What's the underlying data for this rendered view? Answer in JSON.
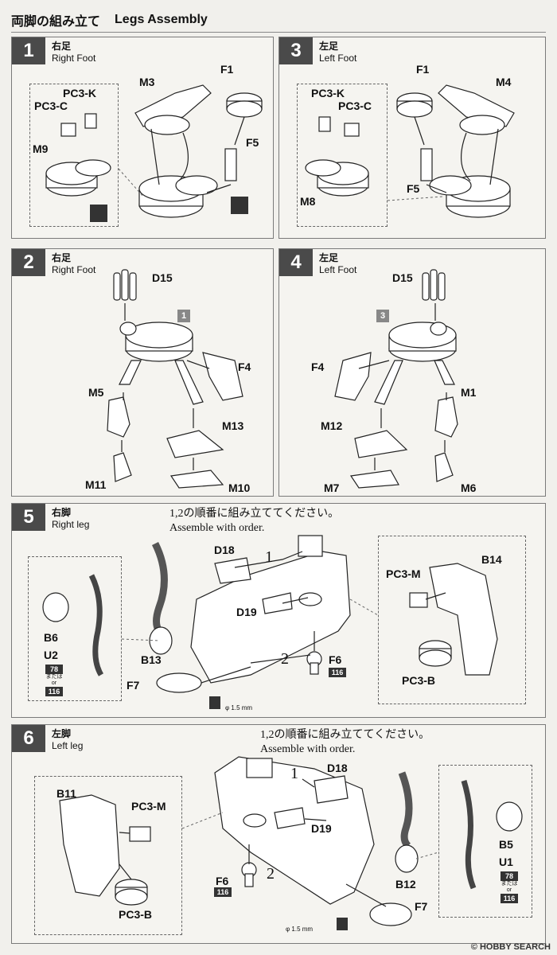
{
  "header": {
    "title_jp": "両脚の組み立て",
    "title_en": "Legs Assembly"
  },
  "steps": [
    {
      "num": "1",
      "jp": "右足",
      "en": "Right Foot",
      "labels": [
        "M3",
        "F1",
        "PC3-K",
        "PC3-C",
        "M9",
        "F5"
      ]
    },
    {
      "num": "3",
      "jp": "左足",
      "en": "Left Foot",
      "labels": [
        "F1",
        "M4",
        "PC3-K",
        "PC3-C",
        "F5",
        "M8"
      ]
    },
    {
      "num": "2",
      "jp": "右足",
      "en": "Right Foot",
      "ref": "1",
      "labels": [
        "D15",
        "F4",
        "M5",
        "M13",
        "M11",
        "M10"
      ]
    },
    {
      "num": "4",
      "jp": "左足",
      "en": "Left Foot",
      "ref": "3",
      "labels": [
        "D15",
        "F4",
        "M1",
        "M12",
        "M7",
        "M6"
      ]
    },
    {
      "num": "5",
      "jp": "右脚",
      "en": "Right leg",
      "note_jp": "1,2の順番に組み立ててください。",
      "note_en": "Assemble with order.",
      "order": [
        "1",
        "2"
      ],
      "labels": [
        "D18",
        "D19",
        "B13",
        "F7",
        "F6",
        "B6",
        "U2",
        "B14",
        "PC3-M",
        "PC3-B"
      ],
      "paint_a": "78",
      "paint_mid": "または or",
      "paint_b": "116",
      "paint_f6": "116",
      "drill": "φ 1.5 mm"
    },
    {
      "num": "6",
      "jp": "左脚",
      "en": "Left leg",
      "note_jp": "1,2の順番に組み立ててください。",
      "note_en": "Assemble with order.",
      "order": [
        "1",
        "2"
      ],
      "labels": [
        "D18",
        "D19",
        "B11",
        "PC3-M",
        "PC3-B",
        "F6",
        "B12",
        "F7",
        "B5",
        "U1"
      ],
      "paint_a": "78",
      "paint_mid": "または or",
      "paint_b": "116",
      "paint_f6": "116",
      "drill": "φ 1.5 mm"
    }
  ],
  "watermark": "© HOBBY SEARCH"
}
